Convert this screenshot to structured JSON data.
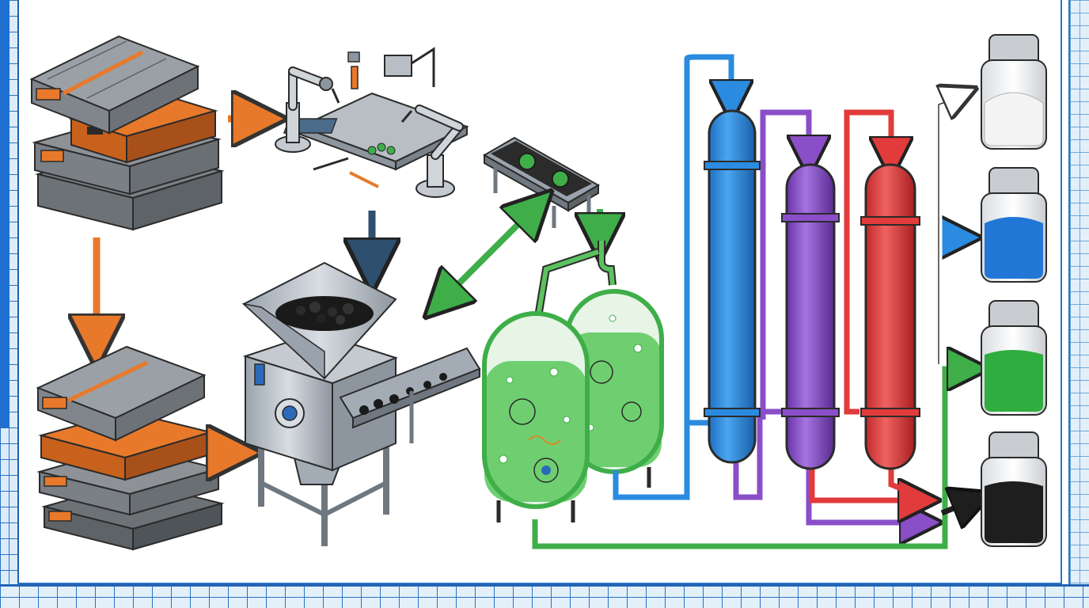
{
  "diagram": {
    "colors": {
      "battery_grey": "#8e9297",
      "battery_orange": "#e8792b",
      "flow_orange": "#e8792b",
      "flow_navy": "#2f4f6f",
      "flow_green": "#3fae49",
      "bioreactor_green": "#5cc25f",
      "column_blue": "#2a8be0",
      "column_purple": "#8a4fc8",
      "column_red": "#e23b3b",
      "product_white": "#f4f4f4",
      "product_blue": "#2277d6",
      "product_green": "#2fae3f",
      "product_black": "#1e1e1e",
      "grid_blue": "#2b73c4"
    },
    "stages": [
      {
        "id": "battery-packs",
        "icon": "battery-stack-icon"
      },
      {
        "id": "robotic-disassembly",
        "icon": "robot-arm-icon"
      },
      {
        "id": "module-stack",
        "icon": "battery-stack-icon"
      },
      {
        "id": "shredder",
        "icon": "shredder-icon"
      },
      {
        "id": "conveyor",
        "icon": "conveyor-icon"
      },
      {
        "id": "bioreactors",
        "icon": "bioreactor-icon"
      },
      {
        "id": "separation-columns",
        "icon": "column-icon"
      },
      {
        "id": "recovered-products",
        "icon": "jar-icon"
      }
    ],
    "products": [
      {
        "id": "white-powder",
        "color_key": "product_white"
      },
      {
        "id": "blue-powder",
        "color_key": "product_blue"
      },
      {
        "id": "green-powder",
        "color_key": "product_green"
      },
      {
        "id": "black-powder",
        "color_key": "product_black"
      }
    ]
  }
}
